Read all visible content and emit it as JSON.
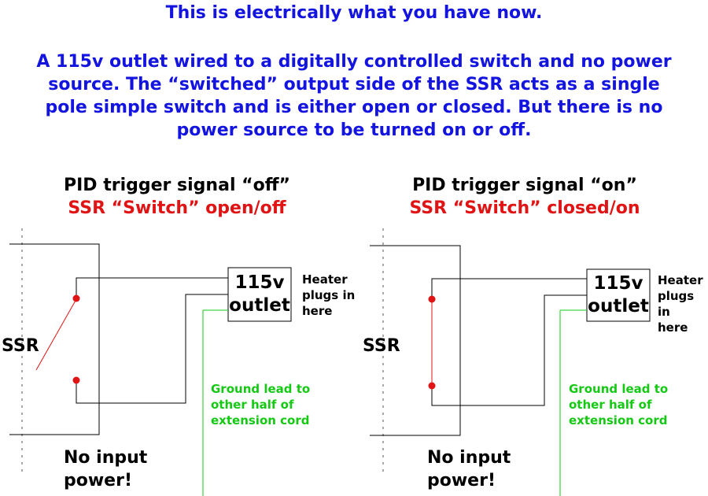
{
  "header": {
    "line1": "This is electrically what you have now.",
    "para_lines": [
      "A 115v outlet wired to a digitally controlled switch and no power",
      "source.  The “switched” output side of the SSR acts as a single",
      "pole simple switch and is either open or closed.  But there is no",
      "power source to be turned on or off."
    ]
  },
  "colors": {
    "heading": "#1414e0",
    "state": "#e01414",
    "ground": "#14c814",
    "wire": "#000000"
  },
  "diagrams": [
    {
      "title": "PID trigger signal “off”",
      "state": "SSR “Switch” open/off",
      "ssr_label": "SSR",
      "box_line1": "115v",
      "box_line2": "outlet",
      "heater_note": [
        "Heater",
        "plugs in",
        "here"
      ],
      "ground_note": [
        "Ground lead to",
        "other half of",
        "extension cord"
      ],
      "no_input": [
        "No input",
        "power!"
      ]
    },
    {
      "title": "PID trigger signal “on”",
      "state": "SSR “Switch” closed/on",
      "ssr_label": "SSR",
      "box_line1": "115v",
      "box_line2": "outlet",
      "heater_note": [
        "Heater",
        "plugs in",
        "here"
      ],
      "ground_note": [
        "Ground lead to",
        "other half of",
        "extension cord"
      ],
      "no_input": [
        "No input",
        "power!"
      ]
    }
  ]
}
